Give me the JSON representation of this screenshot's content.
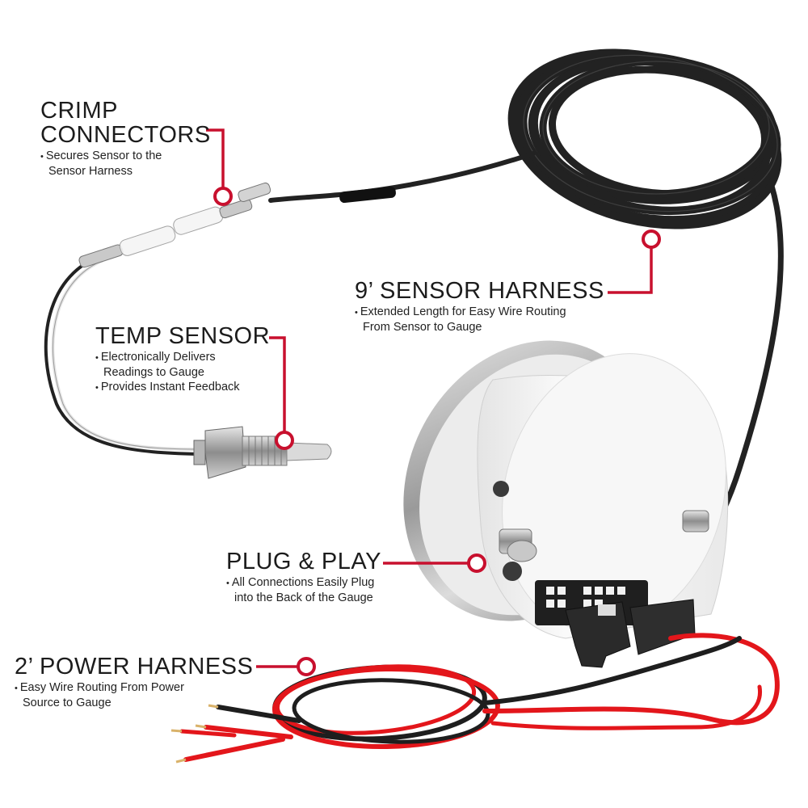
{
  "colors": {
    "accent_red": "#c8102e",
    "wire_black": "#1e1e1e",
    "wire_red": "#e3161b",
    "gauge_white": "#f2f2f2",
    "bezel_chrome": "#b9b9b9"
  },
  "callouts": {
    "crimp": {
      "title_line1": "CRIMP",
      "title_line2": "CONNECTORS",
      "bullets": [
        "Secures Sensor to the\nSensor Harness"
      ]
    },
    "sensor_harness": {
      "title": "9’ SENSOR HARNESS",
      "bullets": [
        "Extended Length for Easy Wire Routing\nFrom Sensor to Gauge"
      ]
    },
    "temp_sensor": {
      "title": "TEMP SENSOR",
      "bullets": [
        "Electronically Delivers\nReadings to Gauge",
        "Provides Instant Feedback"
      ]
    },
    "plug_play": {
      "title": "PLUG & PLAY",
      "bullets": [
        "All Connections Easily Plug\ninto the Back of the Gauge"
      ]
    },
    "power_harness": {
      "title": "2’ POWER HARNESS",
      "bullets": [
        "Easy Wire Routing From Power\nSource to Gauge"
      ]
    }
  }
}
